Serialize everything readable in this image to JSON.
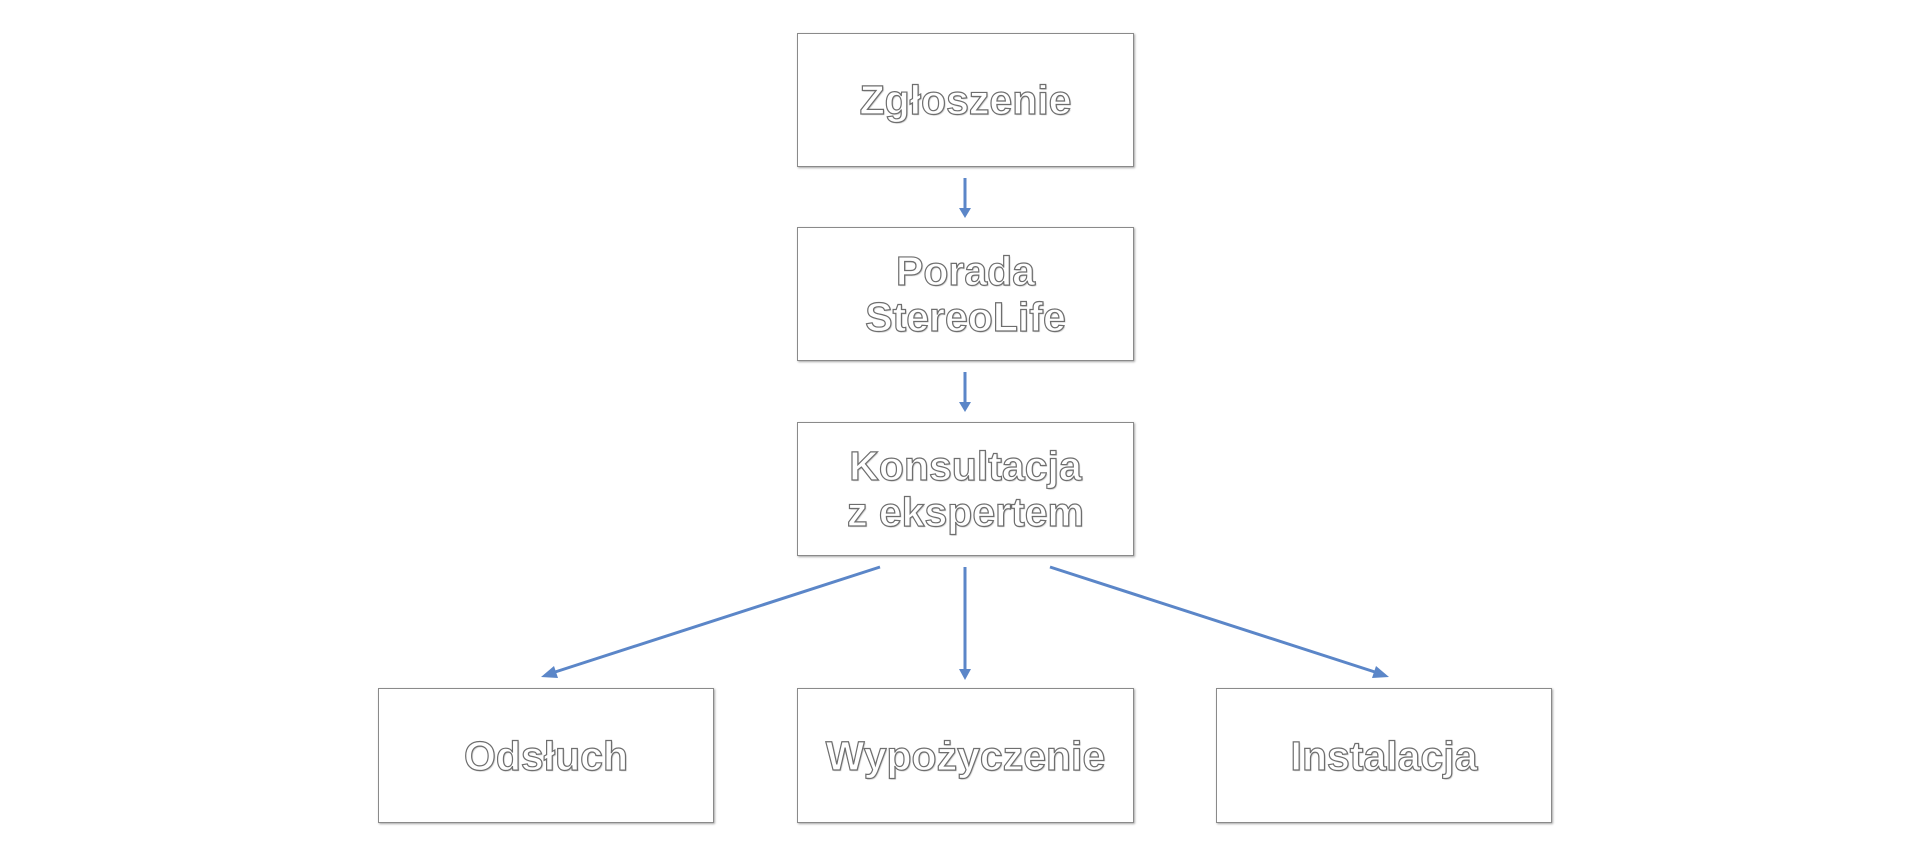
{
  "nodes": {
    "zgloszenie": "Zgłoszenie",
    "porada": "Porada\nStereoLife",
    "konsultacja": "Konsultacja\nz ekspertem",
    "odsluch": "Odsłuch",
    "wypozyczenie": "Wypożyczenie",
    "instalacja": "Instalacja"
  },
  "colors": {
    "arrow": "#5b86c8",
    "box_border": "#8a8a8a",
    "text_outline": "#6e6e6e"
  },
  "edges": [
    {
      "from": "zgloszenie",
      "to": "porada"
    },
    {
      "from": "porada",
      "to": "konsultacja"
    },
    {
      "from": "konsultacja",
      "to": "odsluch"
    },
    {
      "from": "konsultacja",
      "to": "wypozyczenie"
    },
    {
      "from": "konsultacja",
      "to": "instalacja"
    }
  ]
}
